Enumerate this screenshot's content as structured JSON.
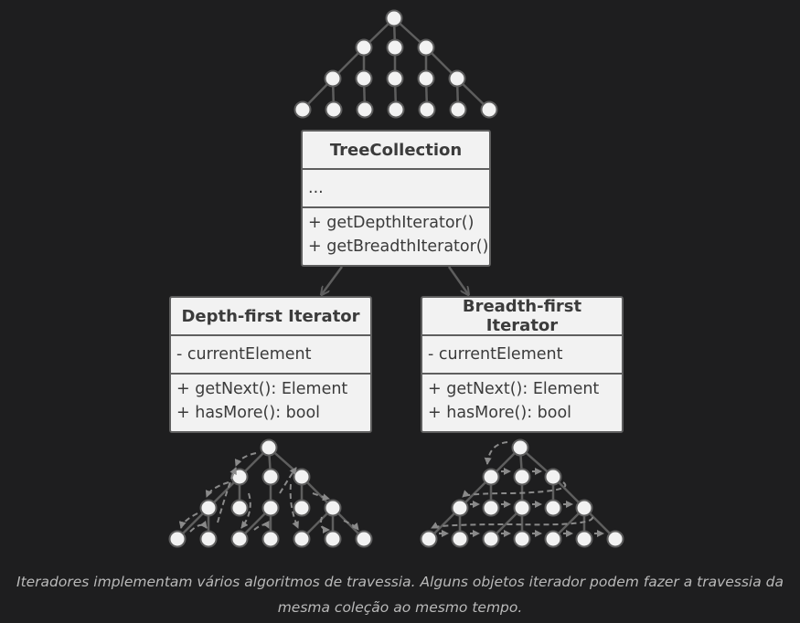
{
  "tree_collection": {
    "name": "TreeCollection",
    "fields": [
      "..."
    ],
    "methods": [
      "+ getDepthIterator()",
      "+ getBreadthIterator()"
    ]
  },
  "depth_iterator": {
    "name": "Depth-first Iterator",
    "fields": [
      "- currentElement"
    ],
    "methods": [
      "+ getNext(): Element",
      "+ hasMore(): bool"
    ]
  },
  "breadth_iterator": {
    "name": "Breadth-first Iterator",
    "fields": [
      "- currentElement"
    ],
    "methods": [
      "+ getNext(): Element",
      "+ hasMore(): bool"
    ]
  },
  "caption": "Iteradores implementam vários algoritmos de travessia. Alguns objetos iterador podem fazer a travessia da mesma coleção ao mesmo tempo.",
  "colors": {
    "background": "#1e1e1f",
    "box_fill": "#f2f2f2",
    "box_border": "#5e5e5e",
    "tree_node": "#f2f2f2",
    "tree_edge": "#5e5e5e",
    "traversal_arrow": "#8a8a8a",
    "caption_text": "#b9b9b9"
  }
}
